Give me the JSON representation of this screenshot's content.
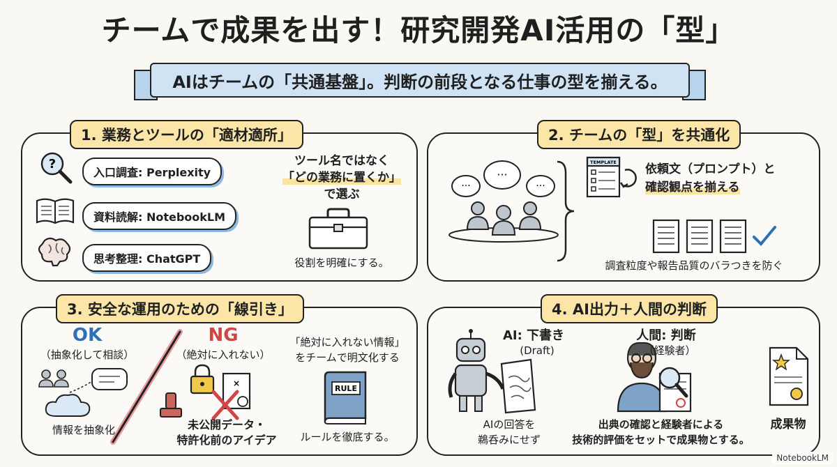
{
  "title": "チームで成果を出す！研究開発AI活用の「型」",
  "banner": "AIはチームの「共通基盤」。判断の前段となる仕事の型を揃える。",
  "section1": {
    "title": "1. 業務とツールの「適材適所」",
    "tools": [
      "入口調査: Perplexity",
      "資料読解: NotebookLM",
      "思考整理: ChatGPT"
    ],
    "note_line1": "ツール名ではなく",
    "note_line2": "「どの業務に置くか」",
    "note_line3": "で選ぶ",
    "caption": "役割を明確にする。"
  },
  "section2": {
    "title": "2. チームの「型」を共通化",
    "template_label": "TEMPLATE",
    "line1": "依頼文（プロンプト）と",
    "line2": "確認観点を揃える",
    "caption": "調査粒度や報告品質のバラつきを防ぐ"
  },
  "section3": {
    "title": "3. 安全な運用のための「線引き」",
    "ok_label": "OK",
    "ok_sub": "（抽象化して相談）",
    "ok_caption": "情報を抽象化",
    "ng_label": "NG",
    "ng_sub": "（絶対に入れない）",
    "ng_caption1": "未公開データ・",
    "ng_caption2": "特許化前のアイデア",
    "rule_line1": "「絶対に入れない情報」",
    "rule_line2": "をチームで明文化する",
    "rule_book": "RULE",
    "rule_caption": "ルールを徹底する。"
  },
  "section4": {
    "title": "4. AI出力＋人間の判断",
    "ai_label": "AI: 下書き",
    "ai_sub": "(Draft)",
    "ai_caption1": "AIの回答を",
    "ai_caption2": "鵜呑みにせず",
    "human_label": "人間: 判断",
    "human_sub": "（経験者）",
    "human_caption1": "出典の確認と経験者による",
    "human_caption2": "技術的評価をセットで成果物とする。",
    "result_label": "成果物"
  },
  "footer": "NotebookLM",
  "colors": {
    "accent_yellow": "#fbe6a8",
    "accent_blue": "#cfe3f5",
    "ok_blue": "#2f6fb5",
    "ng_red": "#d04545"
  }
}
